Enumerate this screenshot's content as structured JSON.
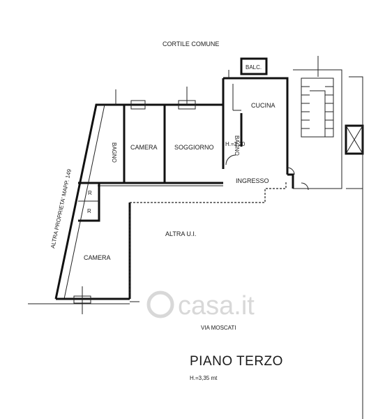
{
  "labels": {
    "cortile": "CORTILE COMUNE",
    "balc": "BALC.",
    "cucina": "CUCINA",
    "bagno_small": "BAGNO",
    "height_room": "H.=3,20",
    "camera_top": "CAMERA",
    "soggiorno": "SOGGIORNO",
    "bagno_left": "BAGNO",
    "ingresso": "INGRESSO",
    "r1": "R",
    "r2": "R",
    "altra_ui": "ALTRA U.I.",
    "camera_bottom": "CAMERA",
    "altra_proprieta": "ALTRA PROPRIETA' MAPP. 149",
    "via": "VIA MOSCATI",
    "floor_title": "PIANO TERZO",
    "floor_height": "H.=3,35 mt",
    "watermark": "casa.it"
  }
}
